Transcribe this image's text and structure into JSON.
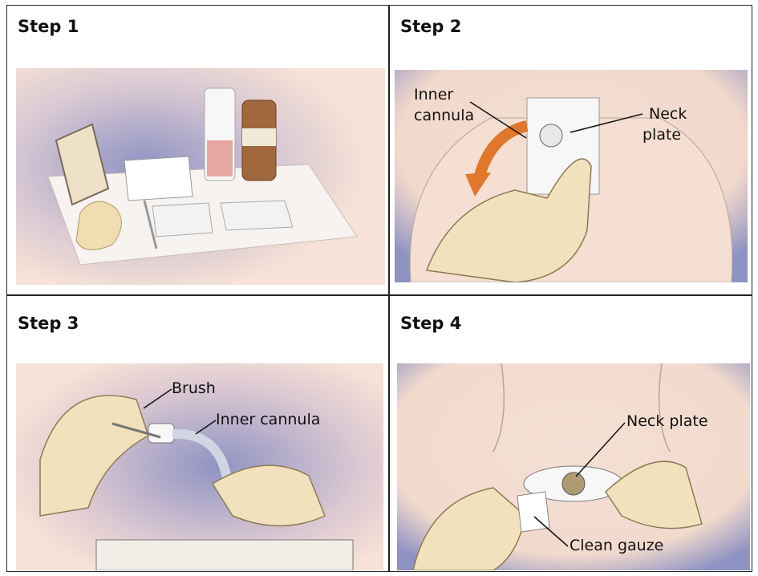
{
  "panels": [
    {
      "step": "Step 1"
    },
    {
      "step": "Step 2",
      "labels": {
        "inner_cannula_line1": "Inner",
        "inner_cannula_line2": "cannula",
        "neck_plate_line1": "Neck",
        "neck_plate_line2": "plate"
      }
    },
    {
      "step": "Step 3",
      "labels": {
        "brush": "Brush",
        "inner_cannula": "Inner cannula"
      }
    },
    {
      "step": "Step 4",
      "labels": {
        "neck_plate": "Neck plate",
        "clean_gauze": "Clean gauze"
      }
    }
  ],
  "colors": {
    "border": "#222222",
    "skin_bg": "#f6e2d6",
    "shadow": "#9aa0c8",
    "arrow": "#e0772a",
    "glove": "#f3e3b8"
  }
}
